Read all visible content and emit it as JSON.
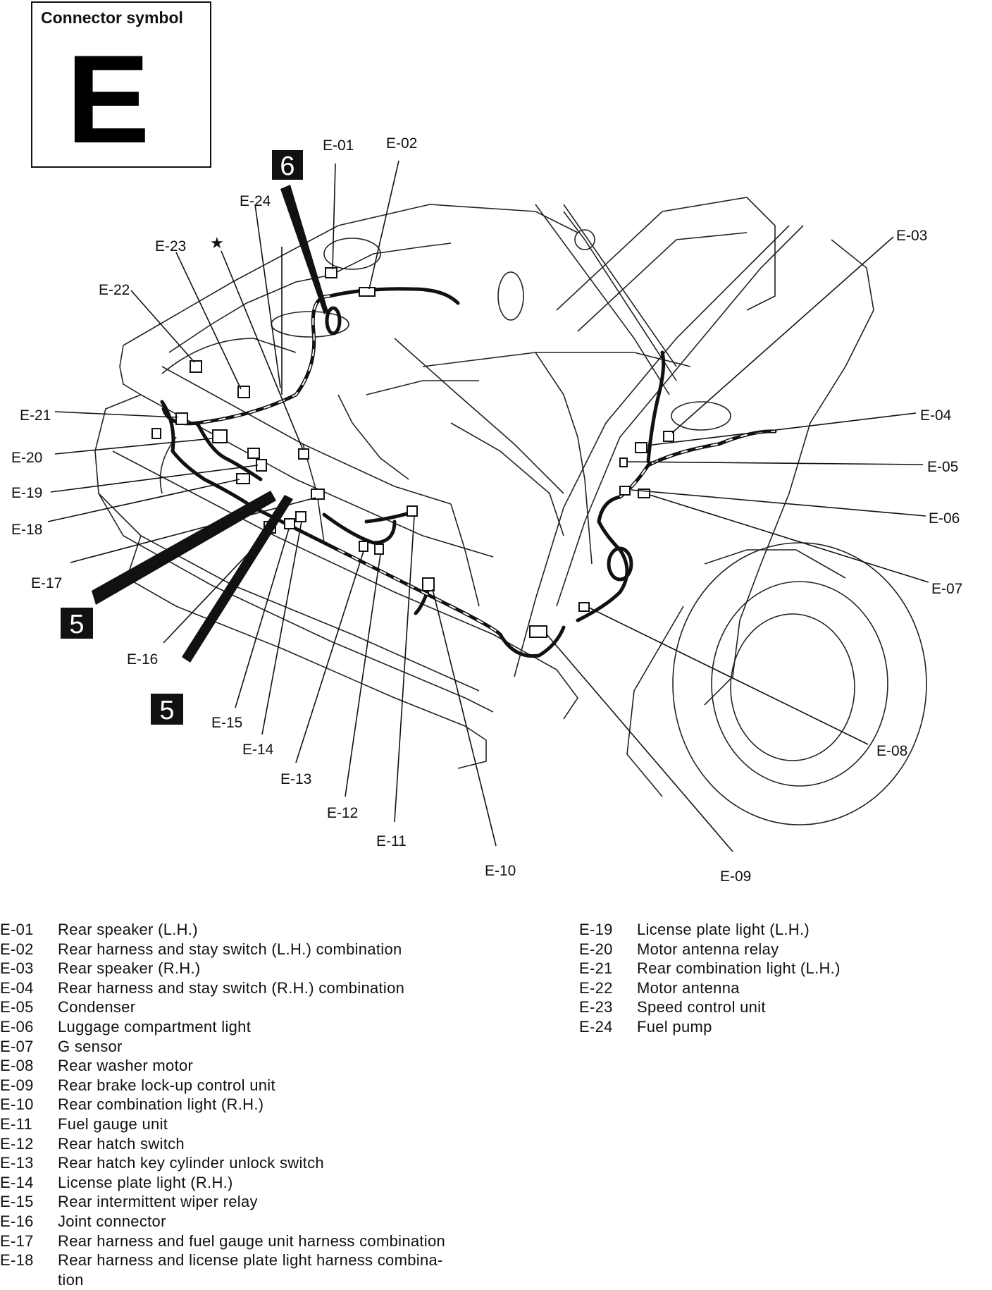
{
  "connector_symbol": {
    "title": "Connector symbol",
    "letter": "E"
  },
  "badges": [
    "6",
    "5",
    "5"
  ],
  "star": "★",
  "callouts": [
    {
      "code": "E-01"
    },
    {
      "code": "E-02"
    },
    {
      "code": "E-03"
    },
    {
      "code": "E-04"
    },
    {
      "code": "E-05"
    },
    {
      "code": "E-06"
    },
    {
      "code": "E-07"
    },
    {
      "code": "E-08"
    },
    {
      "code": "E-09"
    },
    {
      "code": "E-10"
    },
    {
      "code": "E-11"
    },
    {
      "code": "E-12"
    },
    {
      "code": "E-13"
    },
    {
      "code": "E-14"
    },
    {
      "code": "E-15"
    },
    {
      "code": "E-16"
    },
    {
      "code": "E-17"
    },
    {
      "code": "E-18"
    },
    {
      "code": "E-19"
    },
    {
      "code": "E-20"
    },
    {
      "code": "E-21"
    },
    {
      "code": "E-22"
    },
    {
      "code": "E-23"
    },
    {
      "code": "E-24"
    }
  ],
  "legend": {
    "left": [
      {
        "code": "E-01",
        "desc": "Rear speaker (L.H.)"
      },
      {
        "code": "E-02",
        "desc": "Rear harness and stay switch (L.H.) combination"
      },
      {
        "code": "E-03",
        "desc": "Rear speaker (R.H.)"
      },
      {
        "code": "E-04",
        "desc": "Rear harness and stay switch (R.H.) combination"
      },
      {
        "code": "E-05",
        "desc": "Condenser"
      },
      {
        "code": "E-06",
        "desc": "Luggage compartment light"
      },
      {
        "code": "E-07",
        "desc": "G sensor"
      },
      {
        "code": "E-08",
        "desc": "Rear washer motor"
      },
      {
        "code": "E-09",
        "desc": "Rear brake lock-up control unit"
      },
      {
        "code": "E-10",
        "desc": "Rear combination light (R.H.)"
      },
      {
        "code": "E-11",
        "desc": "Fuel gauge unit"
      },
      {
        "code": "E-12",
        "desc": "Rear hatch switch"
      },
      {
        "code": "E-13",
        "desc": "Rear hatch key cylinder unlock switch"
      },
      {
        "code": "E-14",
        "desc": "License plate light (R.H.)"
      },
      {
        "code": "E-15",
        "desc": "Rear intermittent wiper relay"
      },
      {
        "code": "E-16",
        "desc": "Joint connector"
      },
      {
        "code": "E-17",
        "desc": "Rear harness and fuel gauge unit harness combination"
      },
      {
        "code": "E-18",
        "desc": "Rear harness and license plate light harness combina-"
      },
      {
        "code": "",
        "desc": "tion"
      }
    ],
    "right": [
      {
        "code": "E-19",
        "desc": "License plate light (L.H.)"
      },
      {
        "code": "E-20",
        "desc": "Motor antenna relay"
      },
      {
        "code": "E-21",
        "desc": "Rear combination light (L.H.)"
      },
      {
        "code": "E-22",
        "desc": "Motor antenna"
      },
      {
        "code": "E-23",
        "desc": "Speed control unit"
      },
      {
        "code": "E-24",
        "desc": "Fuel pump"
      }
    ]
  }
}
